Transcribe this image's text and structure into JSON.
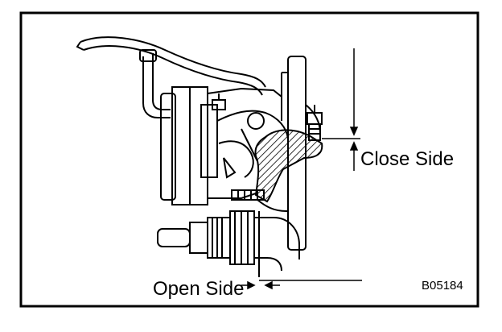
{
  "labels": {
    "close_side": "Close Side",
    "open_side": "Open Side",
    "figure_code": "B05184"
  },
  "colors": {
    "ink": "#000000",
    "paper": "#ffffff"
  }
}
